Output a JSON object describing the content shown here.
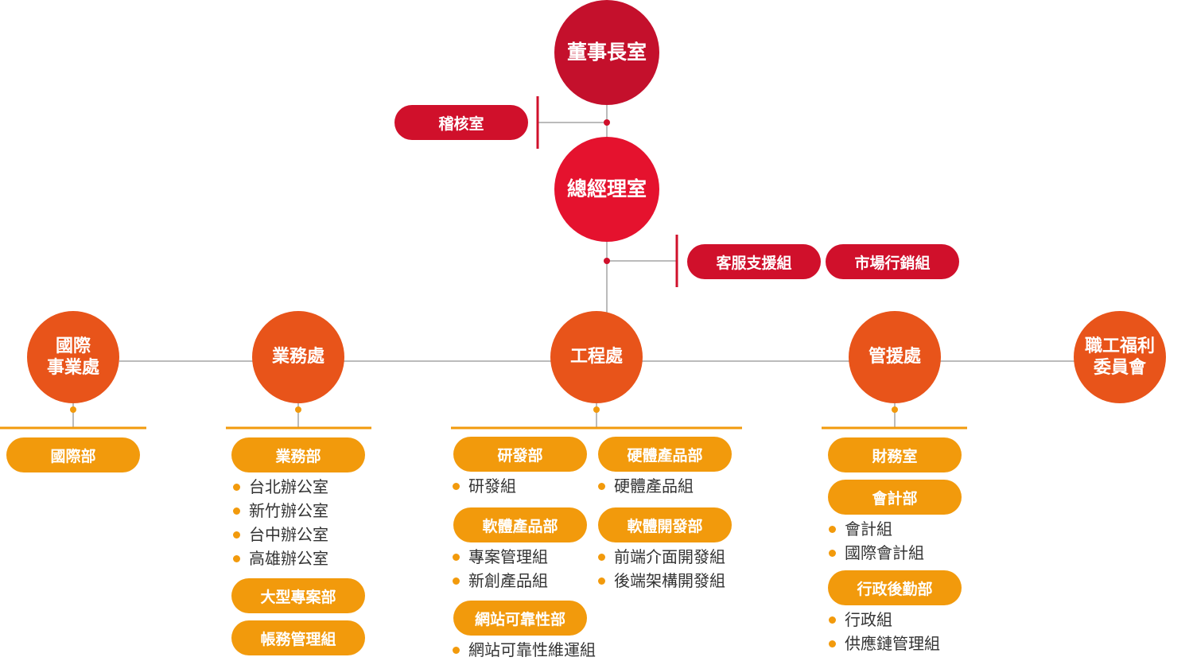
{
  "colors": {
    "chairman": "#c4102c",
    "gm": "#e5122e",
    "red_pill": "#d0102b",
    "dept_circle": "#e8541a",
    "unit_pill": "#f29a0c",
    "connector": "#bbbbbb"
  },
  "top": {
    "chairman": "董事長室",
    "audit": "稽核室",
    "gm": "總經理室",
    "customer_support": "客服支援組",
    "marketing": "市場行銷組"
  },
  "divisions": {
    "international": {
      "name_line1": "國際",
      "name_line2": "事業處",
      "units": [
        {
          "name": "國際部",
          "items": []
        }
      ]
    },
    "business": {
      "name": "業務處",
      "unit1": {
        "name": "業務部",
        "items": [
          "台北辦公室",
          "新竹辦公室",
          "台中辦公室",
          "高雄辦公室"
        ]
      },
      "unit2": {
        "name": "大型專案部"
      },
      "unit3": {
        "name": "帳務管理組"
      }
    },
    "engineering": {
      "name": "工程處",
      "rd": {
        "name": "研發部",
        "items": [
          "研發組"
        ]
      },
      "hardware": {
        "name": "硬體產品部",
        "items": [
          "硬體產品組"
        ]
      },
      "software": {
        "name": "軟體產品部",
        "items": [
          "專案管理組",
          "新創產品組"
        ]
      },
      "dev": {
        "name": "軟體開發部",
        "items": [
          "前端介面開發組",
          "後端架構開發組"
        ]
      },
      "sre": {
        "name": "網站可靠性部",
        "items": [
          "網站可靠性維運組"
        ]
      }
    },
    "admin": {
      "name": "管援處",
      "finance": {
        "name": "財務室"
      },
      "accounting": {
        "name": "會計部",
        "items": [
          "會計組",
          "國際會計組"
        ]
      },
      "logistics": {
        "name": "行政後勤部",
        "items": [
          "行政組",
          "供應鏈管理組"
        ]
      }
    },
    "welfare": {
      "name_line1": "職工福利",
      "name_line2": "委員會"
    }
  }
}
